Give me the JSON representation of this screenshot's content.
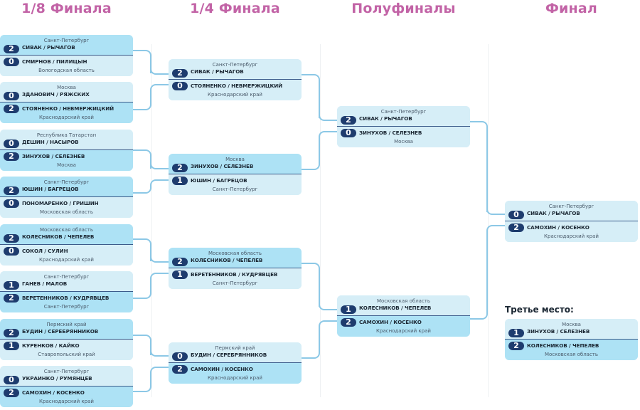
{
  "rounds": [
    {
      "title": "1/8 Финала"
    },
    {
      "title": "1/4 Финала"
    },
    {
      "title": "Полуфиналы"
    },
    {
      "title": "Финал"
    }
  ],
  "colors": {
    "title": "#c263a6",
    "loser_bg": "#d6eef7",
    "winner_bg": "#ade2f5",
    "score_badge": "#1e3c6e",
    "connector": "#8cc8e6"
  },
  "round_of_16": [
    {
      "top": {
        "region": "Санкт-Петербург",
        "names": "СИВАК / РЫЧАГОВ",
        "score": "2",
        "winner": true
      },
      "bottom": {
        "region": "Вологодская область",
        "names": "СМИРНОВ / ПИЛИЦЫН",
        "score": "0",
        "winner": false
      }
    },
    {
      "top": {
        "region": "Москва",
        "names": "ЗДАНОВИЧ / РЯЖСКИХ",
        "score": "0",
        "winner": false
      },
      "bottom": {
        "region": "Краснодарский край",
        "names": "СТОЯНЕНКО / НЕВМЕРЖИЦКИЙ",
        "score": "2",
        "winner": true
      }
    },
    {
      "top": {
        "region": "Республика Татарстан",
        "names": "ДЕШИН / НАСЫРОВ",
        "score": "0",
        "winner": false
      },
      "bottom": {
        "region": "Москва",
        "names": "ЗИНУХОВ / СЕЛЕЗНЕВ",
        "score": "2",
        "winner": true
      }
    },
    {
      "top": {
        "region": "Санкт-Петербург",
        "names": "ЮШИН / БАГРЕЦОВ",
        "score": "2",
        "winner": true
      },
      "bottom": {
        "region": "Московская область",
        "names": "ПОНОМАРЕНКО / ГРИШИН",
        "score": "0",
        "winner": false
      }
    },
    {
      "top": {
        "region": "Московская область",
        "names": "КОЛЕСНИКОВ / ЧЕПЕЛЕВ",
        "score": "2",
        "winner": true
      },
      "bottom": {
        "region": "Краснодарский край",
        "names": "СОКОЛ / СУЛИН",
        "score": "0",
        "winner": false
      }
    },
    {
      "top": {
        "region": "Санкт-Петербург",
        "names": "ГАНЕВ / МАЛОВ",
        "score": "1",
        "winner": false
      },
      "bottom": {
        "region": "Санкт-Петербург",
        "names": "ВЕРЕТЕННИКОВ / КУДРЯВЦЕВ",
        "score": "2",
        "winner": true
      }
    },
    {
      "top": {
        "region": "Пермский край",
        "names": "БУДИН / СЕРЕБРЯННИКОВ",
        "score": "2",
        "winner": true
      },
      "bottom": {
        "region": "Ставропольский край",
        "names": "КУРЕНКОВ / КАЙКО",
        "score": "1",
        "winner": false
      }
    },
    {
      "top": {
        "region": "Санкт-Петербург",
        "names": "УКРАИНКО / РУМЯНЦЕВ",
        "score": "0",
        "winner": false
      },
      "bottom": {
        "region": "Краснодарский край",
        "names": "САМОХИН / КОСЕНКО",
        "score": "2",
        "winner": true
      }
    }
  ],
  "quarterfinals": [
    {
      "top": {
        "region": "Санкт-Петербург",
        "names": "СИВАК / РЫЧАГОВ",
        "score": "2",
        "winner": false
      },
      "bottom": {
        "region": "Краснодарский край",
        "names": "СТОЯНЕНКО / НЕВМЕРЖИЦКИЙ",
        "score": "0",
        "winner": false
      }
    },
    {
      "top": {
        "region": "Москва",
        "names": "ЗИНУХОВ / СЕЛЕЗНЕВ",
        "score": "2",
        "winner": true
      },
      "bottom": {
        "region": "Санкт-Петербург",
        "names": "ЮШИН / БАГРЕЦОВ",
        "score": "1",
        "winner": false
      }
    },
    {
      "top": {
        "region": "Московская область",
        "names": "КОЛЕСНИКОВ / ЧЕПЕЛЕВ",
        "score": "2",
        "winner": true
      },
      "bottom": {
        "region": "Санкт-Петербург",
        "names": "ВЕРЕТЕННИКОВ / КУДРЯВЦЕВ",
        "score": "1",
        "winner": false
      }
    },
    {
      "top": {
        "region": "Пермский край",
        "names": "БУДИН / СЕРЕБРЯННИКОВ",
        "score": "0",
        "winner": false
      },
      "bottom": {
        "region": "Краснодарский край",
        "names": "САМОХИН / КОСЕНКО",
        "score": "2",
        "winner": true
      }
    }
  ],
  "semifinals": [
    {
      "top": {
        "region": "Санкт-Петербург",
        "names": "СИВАК / РЫЧАГОВ",
        "score": "2",
        "winner": false
      },
      "bottom": {
        "region": "Москва",
        "names": "ЗИНУХОВ / СЕЛЕЗНЕВ",
        "score": "0",
        "winner": false
      }
    },
    {
      "top": {
        "region": "Московская область",
        "names": "КОЛЕСНИКОВ / ЧЕПЕЛЕВ",
        "score": "1",
        "winner": false
      },
      "bottom": {
        "region": "Краснодарский край",
        "names": "САМОХИН / КОСЕНКО",
        "score": "2",
        "winner": true
      }
    }
  ],
  "final": {
    "top": {
      "region": "Санкт-Петербург",
      "names": "СИВАК / РЫЧАГОВ",
      "score": "0",
      "winner": false
    },
    "bottom": {
      "region": "Краснодарский край",
      "names": "САМОХИН / КОСЕНКО",
      "score": "2",
      "winner": false
    }
  },
  "third_place": {
    "title": "Третье место:",
    "top": {
      "region": "Москва",
      "names": "ЗИНУХОВ / СЕЛЕЗНЕВ",
      "score": "1",
      "winner": false
    },
    "bottom": {
      "region": "Московская область",
      "names": "КОЛЕСНИКОВ / ЧЕПЕЛЕВ",
      "score": "2",
      "winner": true
    }
  }
}
